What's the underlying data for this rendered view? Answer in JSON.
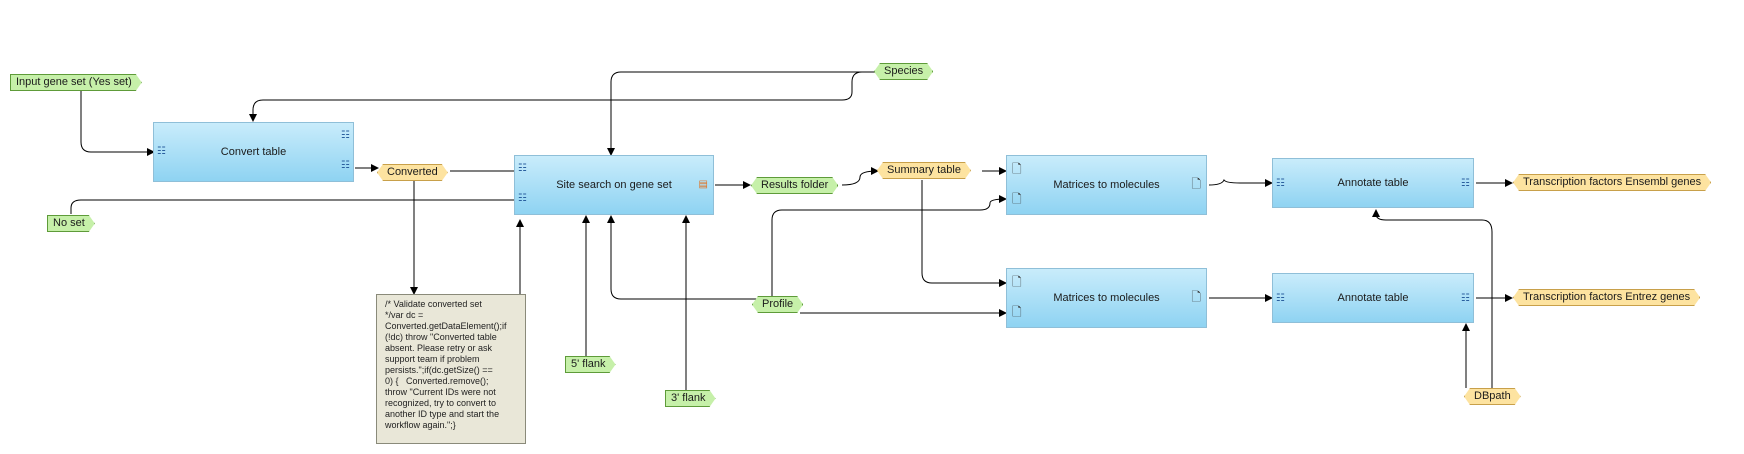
{
  "inputs": {
    "input_gene_set": "Input gene set (Yes set)",
    "species": "Species",
    "no_set": "No set",
    "flank5": "5' flank",
    "flank3": "3' flank",
    "profile": "Profile",
    "dbpath": "DBpath"
  },
  "outputs": {
    "converted": "Converted",
    "results_folder": "Results folder",
    "summary_table": "Summary table",
    "tf_ensembl": "Transcription factors Ensembl genes",
    "tf_entrez": "Transcription factors Entrez genes"
  },
  "nodes": {
    "convert_table": "Convert table",
    "site_search": "Site search on gene set",
    "matrices1": "Matrices to molecules",
    "matrices2": "Matrices to molecules",
    "annotate1": "Annotate table",
    "annotate2": "Annotate table"
  },
  "note": {
    "text": "/* Validate converted set\n*/var dc =\nConverted.getDataElement();if\n(!dc) throw \"Converted table\nabsent. Please retry or ask\nsupport team if problem\npersists.\";if(dc.getSize() ==\n0) {   Converted.remove();\nthrow \"Current IDs were not\nrecognized, try to convert to\nanother ID type and start the\nworkflow again.\";}"
  },
  "colors": {
    "node_fill": "#8fd3f2",
    "input_fill": "#c6f0a9",
    "output_fill": "#fde3a0",
    "note_fill": "#e9e7d8",
    "edge": "#000000"
  }
}
